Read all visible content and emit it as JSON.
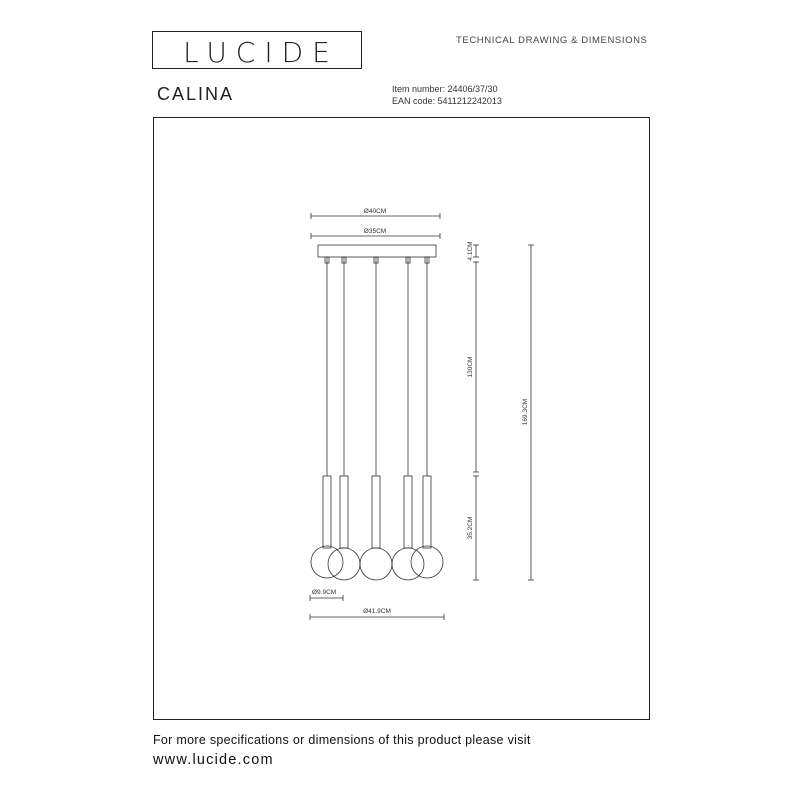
{
  "header": {
    "logo": "LUCIDE",
    "title": "TECHNICAL DRAWING & DIMENSIONS"
  },
  "product": {
    "name": "CALINA",
    "item_number": "Item number: 24406/37/30",
    "ean_code": "EAN code: 5411212242013"
  },
  "dimensions": {
    "canopy_outer": "Ø40CM",
    "canopy_inner": "Ø35CM",
    "canopy_height": "4.1CM",
    "cable_length": "130CM",
    "total_height": "169.3CM",
    "lamp_height": "35.2CM",
    "globe_diameter": "Ø9.9CM",
    "overall_diameter": "Ø41.9CM"
  },
  "footer": {
    "line": "For more specifications or dimensions of this product please visit",
    "url": "www.lucide.com"
  }
}
